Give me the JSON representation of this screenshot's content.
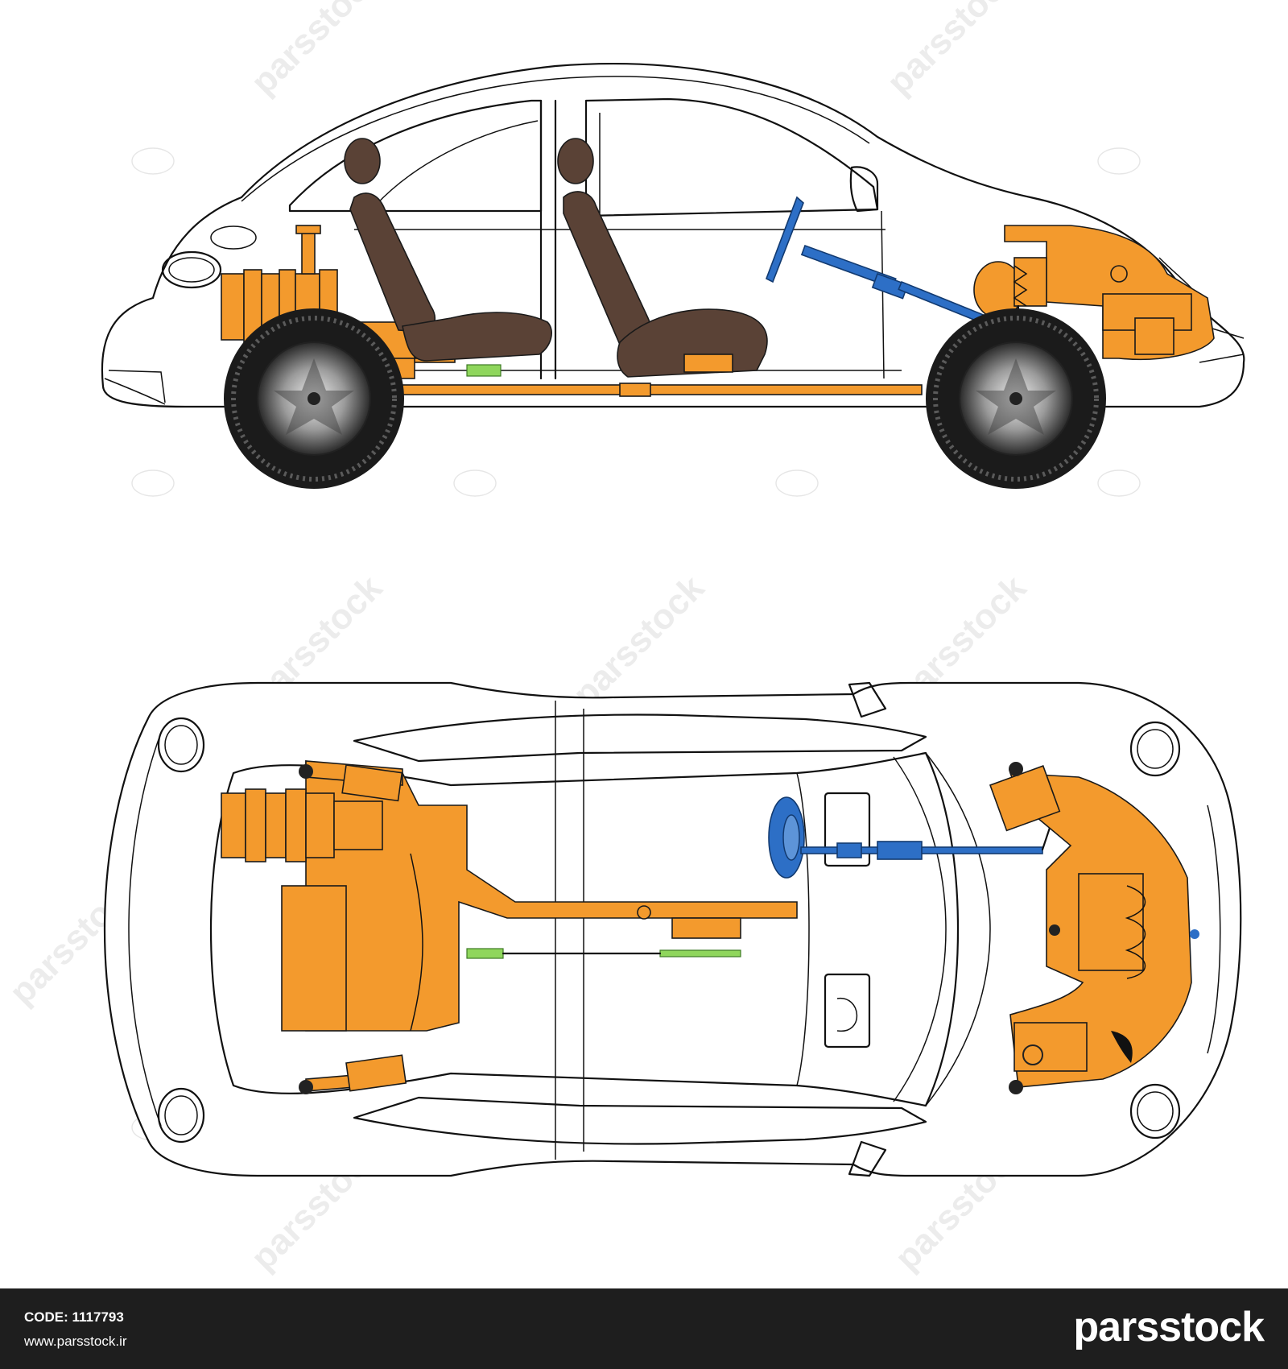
{
  "footer": {
    "code": "CODE: 1117793",
    "url": "www.parsstock.ir",
    "brand": "parsstock"
  },
  "watermark": {
    "text": "parsstock"
  },
  "colors": {
    "engine_parts": "#f39a2d",
    "seats": "#5a4236",
    "steering": "#2d6fc6",
    "pedals": "#8fd65c",
    "tires": "#1b1b1b",
    "footer_bg": "#1e1e1e"
  }
}
